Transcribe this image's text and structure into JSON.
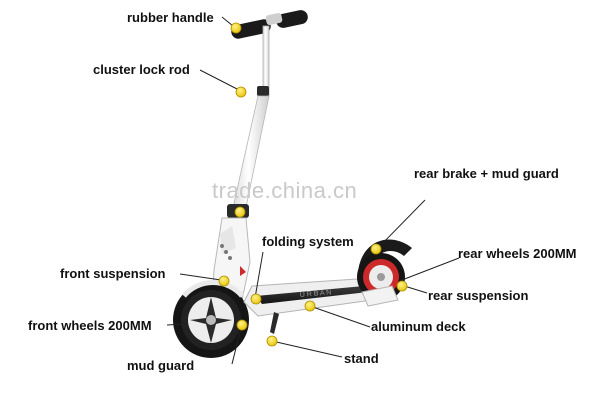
{
  "labels": {
    "rubber_handle": "rubber handle",
    "cluster_lock_rod": "cluster lock rod",
    "rear_brake_mud_guard": "rear brake + mud guard",
    "folding_system": "folding system",
    "rear_wheels": "rear wheels 200MM",
    "front_suspension": "front suspension",
    "rear_suspension": "rear suspension",
    "front_wheels": "front wheels 200MM",
    "aluminum_deck": "aluminum deck",
    "mud_guard": "mud guard",
    "stand": "stand"
  },
  "watermark": "trade.china.cn",
  "colors": {
    "frame": "#f4f4f4",
    "frame_outline": "#bdbdbd",
    "grip": "#1a1a1a",
    "wheel": "#151515",
    "accent_marker": "#ffd400",
    "leader_line": "#222222",
    "brand_red": "#cc2a2a"
  }
}
